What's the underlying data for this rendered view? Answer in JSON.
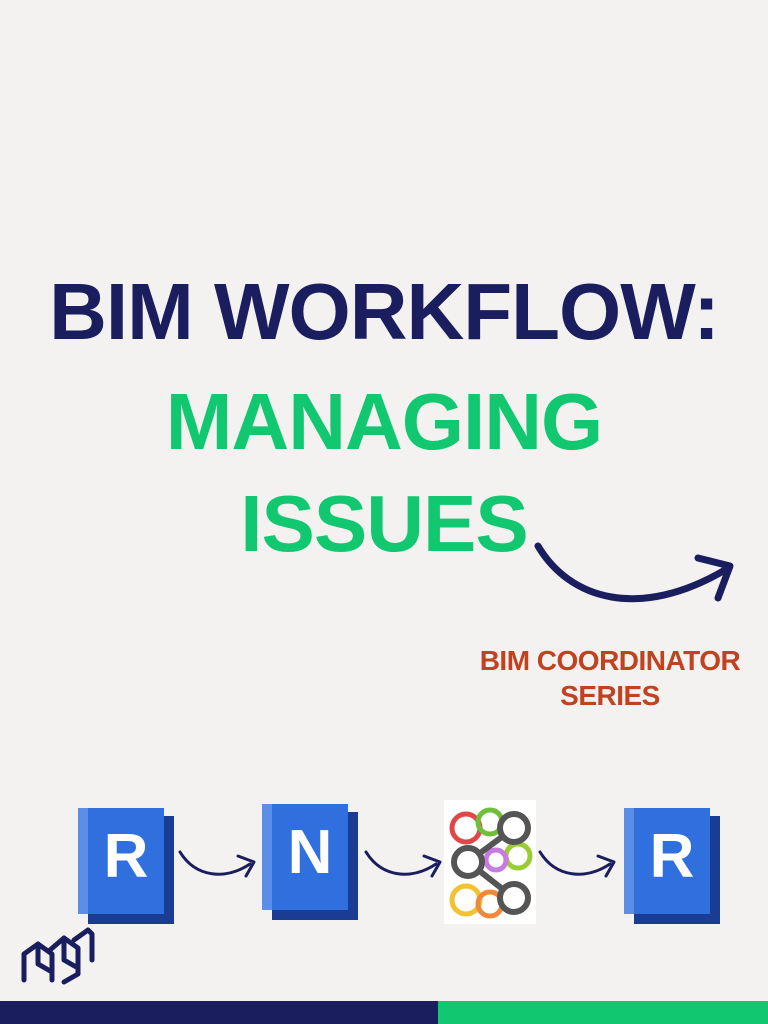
{
  "title": {
    "line1": "BIM WORKFLOW:",
    "line2": "MANAGING",
    "line3": "ISSUES"
  },
  "series": {
    "line1": "BIM COORDINATOR",
    "line2": "SERIES"
  },
  "workflow": {
    "step1_letter": "R",
    "step2_letter": "N",
    "step4_letter": "R"
  },
  "colors": {
    "navy": "#1a1e5e",
    "green": "#11c76f",
    "orange": "#c0421f",
    "tile_blue": "#2f6fde"
  }
}
